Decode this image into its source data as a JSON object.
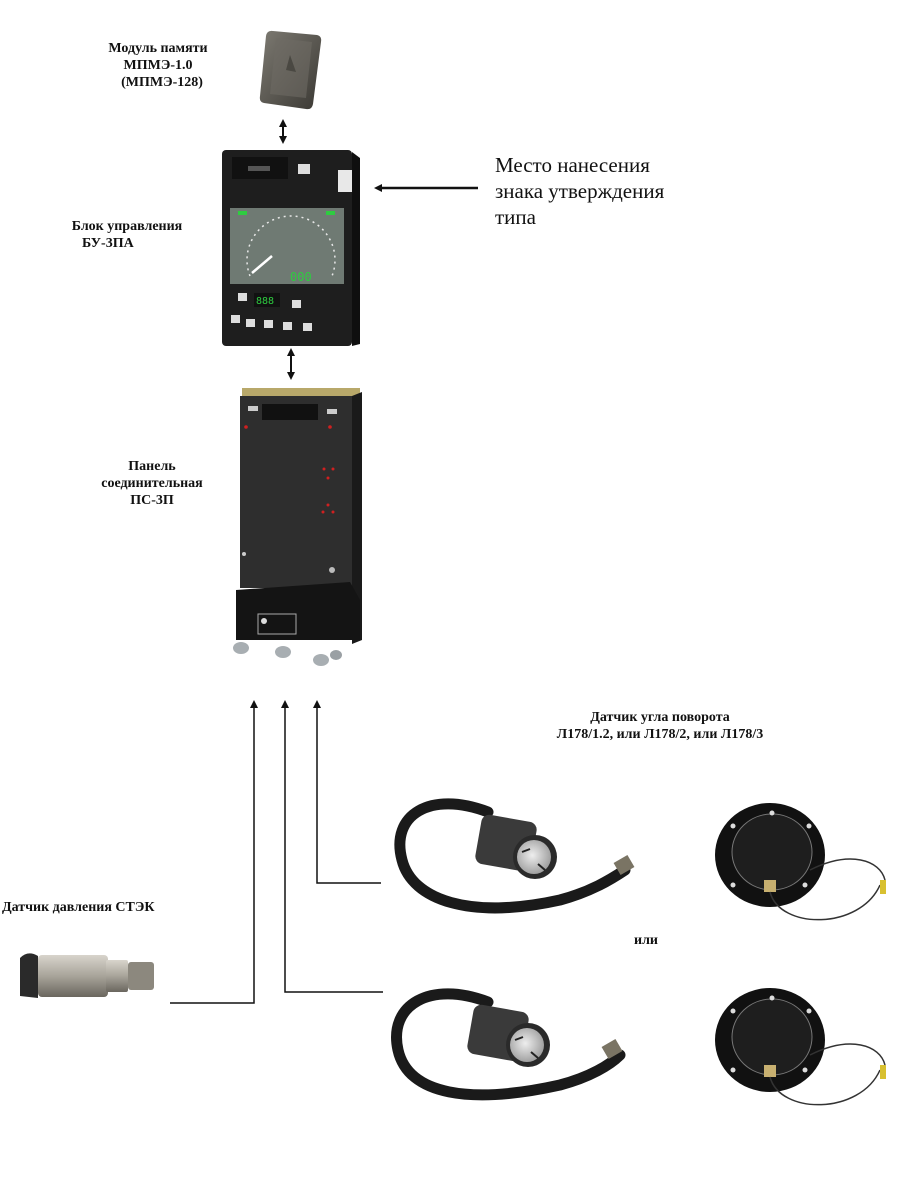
{
  "figure": {
    "memory_module": {
      "label_lines": [
        "Модуль памяти",
        "МПМЭ-1.0",
        "(МПМЭ-128)"
      ],
      "icon": "memory-module-photo"
    },
    "control_unit": {
      "label_lines": [
        "Блок управления",
        "БУ-3ПА"
      ],
      "icon": "control-unit-photo",
      "display_digits": "000",
      "led_digits": "888"
    },
    "approval_mark_note": {
      "lines": [
        "Место нанесения",
        "знака утверждения",
        "типа"
      ]
    },
    "connection_panel": {
      "label_lines": [
        "Панель",
        "соединительная",
        "ПС-3П"
      ],
      "icon": "connection-panel-photo"
    },
    "pressure_sensor": {
      "label": "Датчик давления СТЭК",
      "icon": "pressure-sensor-photo"
    },
    "angle_sensor": {
      "label_lines": [
        "Датчик угла поворота",
        "Л178/1.2, или Л178/2, или Л178/3"
      ],
      "icon": "angle-sensor-photo"
    },
    "or_label": "или",
    "colors": {
      "line": "#111111",
      "device_dark": "#2a2a2a",
      "screen": "#6f7a73",
      "led_green": "#2ecc40",
      "led_red": "#d02020",
      "metal": "#a8a49a"
    }
  }
}
